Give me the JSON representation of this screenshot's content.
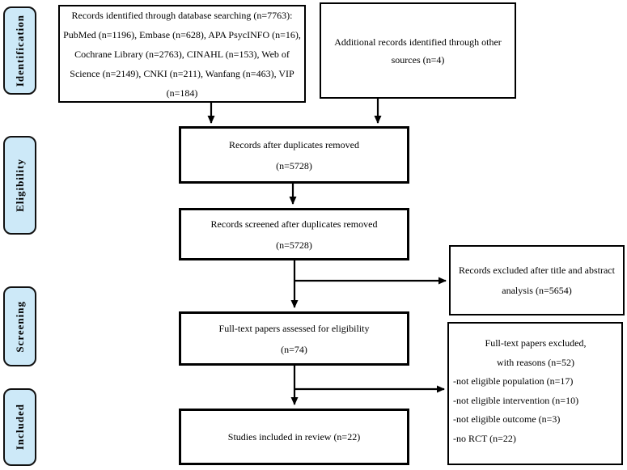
{
  "stages": [
    {
      "label": "Identification"
    },
    {
      "label": "Eligibility"
    },
    {
      "label": "Screening"
    },
    {
      "label": "Included"
    }
  ],
  "boxes": {
    "database_records": {
      "text": "Records identified through database searching (n=7763):\nPubMed (n=1196), Embase (n=628), APA PsycINFO (n=16),\nCochrane Library (n=2763), CINAHL (n=153), Web of\nScience (n=2149), CNKI (n=211), Wanfang (n=463), VIP\n(n=184)"
    },
    "additional_records": {
      "text": "Additional records identified through other\nsources (n=4)"
    },
    "after_duplicates": {
      "text": "Records after duplicates removed\n(n=5728)"
    },
    "records_screened": {
      "text": "Records screened after duplicates removed\n(n=5728)"
    },
    "records_excluded": {
      "text": "Records excluded after title and abstract\nanalysis (n=5654)"
    },
    "fulltext_assessed": {
      "text": "Full-text papers assessed for eligibility\n(n=74)"
    },
    "fulltext_excluded": {
      "header": "Full-text papers excluded,\nwith reasons (n=52)",
      "reasons": [
        "-not eligible population (n=17)",
        "-not eligible intervention (n=10)",
        "-not eligible outcome (n=3)",
        "-no RCT (n=22)"
      ]
    },
    "studies_included": {
      "text": "Studies included in review (n=22)"
    }
  },
  "colors": {
    "stage_fill": "#cde9f8",
    "line": "#000000",
    "background": "#ffffff"
  }
}
